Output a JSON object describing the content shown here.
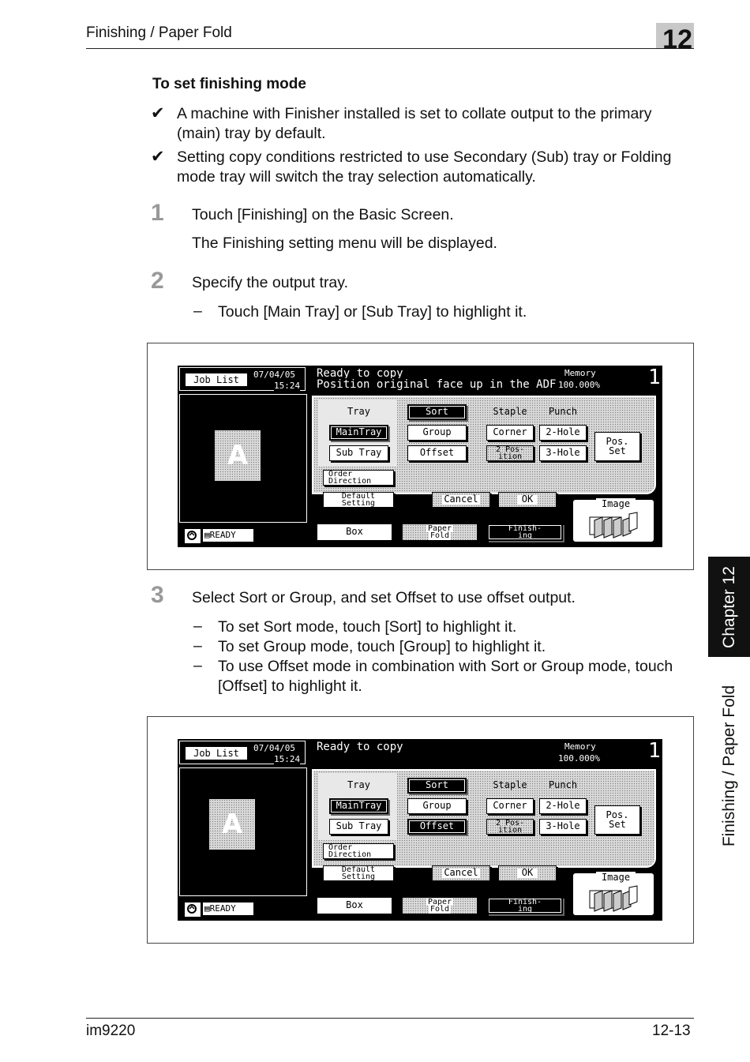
{
  "header": {
    "section_title": "Finishing / Paper Fold",
    "chapter_number": "12"
  },
  "content": {
    "heading": "To set finishing mode",
    "bullets": [
      "A machine with Finisher installed is set to collate output to the primary (main) tray by default.",
      "Setting copy conditions restricted to use Secondary (Sub) tray or Folding mode tray will switch the tray selection automatically."
    ],
    "check_glyph": "✔",
    "steps": [
      {
        "num": "1",
        "text": "Touch [Finishing] on the Basic Screen.",
        "sub": "The Finishing setting menu will be displayed."
      },
      {
        "num": "2",
        "text": "Specify the output tray.",
        "dashes": [
          "Touch [Main Tray] or [Sub Tray] to highlight it."
        ]
      },
      {
        "num": "3",
        "text": "Select Sort or Group, and set Offset to use offset output.",
        "dashes": [
          "To set Sort mode, touch [Sort] to highlight it.",
          "To set Group mode, touch [Group] to highlight it.",
          "To use Offset mode in combination with Sort or Group mode, touch [Offset] to highlight it."
        ]
      }
    ],
    "dash_glyph": "–"
  },
  "screens": [
    {
      "job_list": "Job List",
      "date": "07/04/05",
      "time": "15:24",
      "msg1": "Ready to copy",
      "msg2": "Position original face up in the ADF",
      "memory_label": "Memory",
      "memory_value": "100.000%",
      "copies": "1",
      "preview_letter": "A",
      "ready": "READY",
      "tray_label": "Tray",
      "main_tray": "MainTray",
      "sub_tray": "Sub Tray",
      "sort": "Sort",
      "group": "Group",
      "offset": "Offset",
      "staple": "Staple",
      "punch": "Punch",
      "corner": "Corner",
      "two_position_1": "2 Pos-",
      "two_position_2": "ition",
      "two_hole": "2-Hole",
      "three_hole": "3-Hole",
      "pos_set_1": "Pos.",
      "pos_set_2": "Set",
      "order_1": "Order",
      "order_2": "Direction",
      "default_1": "Default",
      "default_2": "Setting",
      "cancel": "Cancel",
      "ok": "OK",
      "image_label": "Image",
      "tab_box": "Box",
      "tab_paper_1": "Paper",
      "tab_paper_2": "Fold",
      "tab_finish_1": "Finish-",
      "tab_finish_2": "ing",
      "offset_selected": false
    },
    {
      "job_list": "Job List",
      "date": "07/04/05",
      "time": "15:24",
      "msg1": "Ready to copy",
      "msg2": "",
      "memory_label": "Memory",
      "memory_value": "100.000%",
      "copies": "1",
      "preview_letter": "A",
      "ready": "READY",
      "tray_label": "Tray",
      "main_tray": "MainTray",
      "sub_tray": "Sub Tray",
      "sort": "Sort",
      "group": "Group",
      "offset": "Offset",
      "staple": "Staple",
      "punch": "Punch",
      "corner": "Corner",
      "two_position_1": "2 Pos-",
      "two_position_2": "ition",
      "two_hole": "2-Hole",
      "three_hole": "3-Hole",
      "pos_set_1": "Pos.",
      "pos_set_2": "Set",
      "order_1": "Order",
      "order_2": "Direction",
      "default_1": "Default",
      "default_2": "Setting",
      "cancel": "Cancel",
      "ok": "OK",
      "image_label": "Image",
      "tab_box": "Box",
      "tab_paper_1": "Paper",
      "tab_paper_2": "Fold",
      "tab_finish_1": "Finish-",
      "tab_finish_2": "ing",
      "offset_selected": true
    }
  ],
  "side": {
    "chapter_tab": "Chapter 12",
    "section": "Finishing / Paper Fold"
  },
  "footer": {
    "model": "im9220",
    "page": "12-13"
  }
}
